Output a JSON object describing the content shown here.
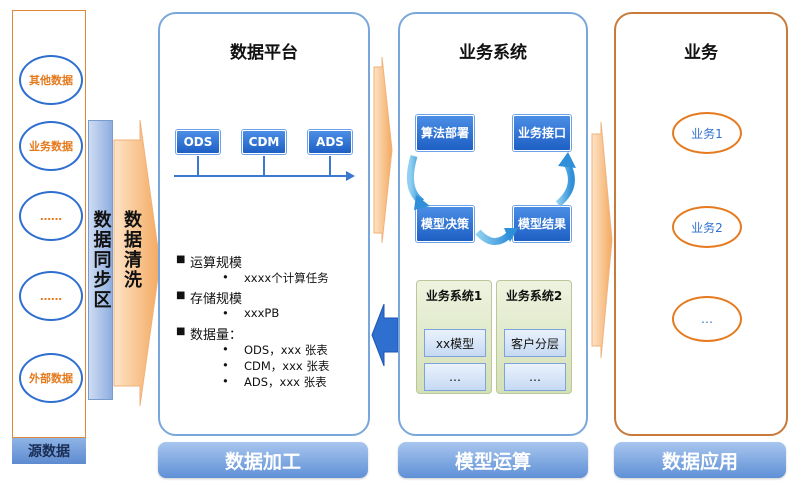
{
  "source": {
    "items": [
      "其他数据",
      "业务数据",
      "……",
      "……",
      "外部数据"
    ],
    "label": "源数据"
  },
  "sync_label": "数据同步区",
  "clean_label": "数据清洗",
  "data_platform": {
    "title": "数据平台",
    "layers": [
      "ODS",
      "CDM",
      "ADS"
    ],
    "bullets": [
      {
        "label": "运算规模",
        "subs": [
          "xxxx个计算任务"
        ]
      },
      {
        "label": "存储规模",
        "subs": [
          "xxxPB"
        ]
      },
      {
        "label": "数据量：",
        "subs": [
          "ODS，xxx 张表",
          "CDM，xxx 张表",
          "ADS，xxx 张表"
        ]
      }
    ],
    "footer": "数据加工"
  },
  "biz_system": {
    "title": "业务系统",
    "flow": [
      "算法部署",
      "业务接口",
      "模型决策",
      "模型结果"
    ],
    "systems": [
      {
        "name": "业务系统1",
        "items": [
          "xx模型",
          "…"
        ]
      },
      {
        "name": "业务系统2",
        "items": [
          "客户分层",
          "…"
        ]
      }
    ],
    "footer": "模型运算"
  },
  "business": {
    "title": "业务",
    "items": [
      "业务1",
      "业务2",
      "…"
    ],
    "footer": "数据应用"
  },
  "colors": {
    "accent_blue": "#2f6fd0",
    "accent_orange": "#e57a1e",
    "arrow_orange": "#f6c08a"
  }
}
